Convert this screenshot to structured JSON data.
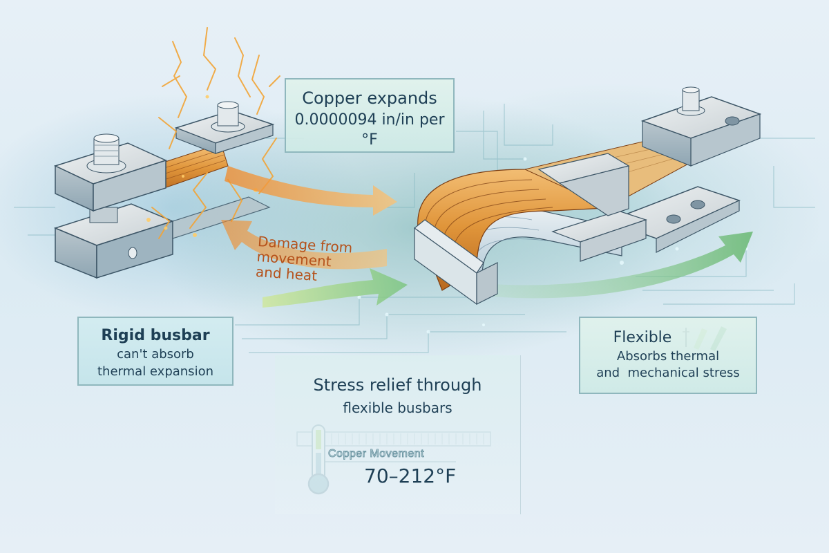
{
  "title": "Stress relief through flexible busbars",
  "callouts": {
    "copper_expands": {
      "line1": "Copper expands",
      "line2": "0.0000094 in/in per",
      "line3": "°F"
    },
    "damage": {
      "line1": "Damage from",
      "line2": "movement",
      "line3": "and heat"
    },
    "rigid": {
      "title": "Rigid busbar",
      "line1": "can't absorb",
      "line2": "thermal expansion"
    },
    "flexible": {
      "title": "Flexible",
      "line1": "Absorbs thermal",
      "line2": "and  mechanical stress"
    },
    "stress_relief": {
      "line1": "Stress relief through",
      "line2": "flexible busbars",
      "scale_label": "Copper Movement",
      "temperature_range": "70–212°F"
    }
  },
  "icons": {
    "rigid_busbar": "rigid-busbar-illustration",
    "flexible_busbar": "flexible-laminated-busbar-illustration",
    "sparks": "electric-spark-icon",
    "arrow_damage": "orange-curved-arrow",
    "arrow_relief": "green-curved-arrow",
    "checkmark": "double-check-icon",
    "thermometer": "thermometer-icon"
  },
  "colors": {
    "text_primary": "#1e3f55",
    "damage_text": "#b5511a",
    "copper": "#e0953a",
    "spark": "#f2a436",
    "relief_green": "#6fbf73",
    "metal": "#c9d3d8",
    "box_border": "#8fb7bd"
  }
}
